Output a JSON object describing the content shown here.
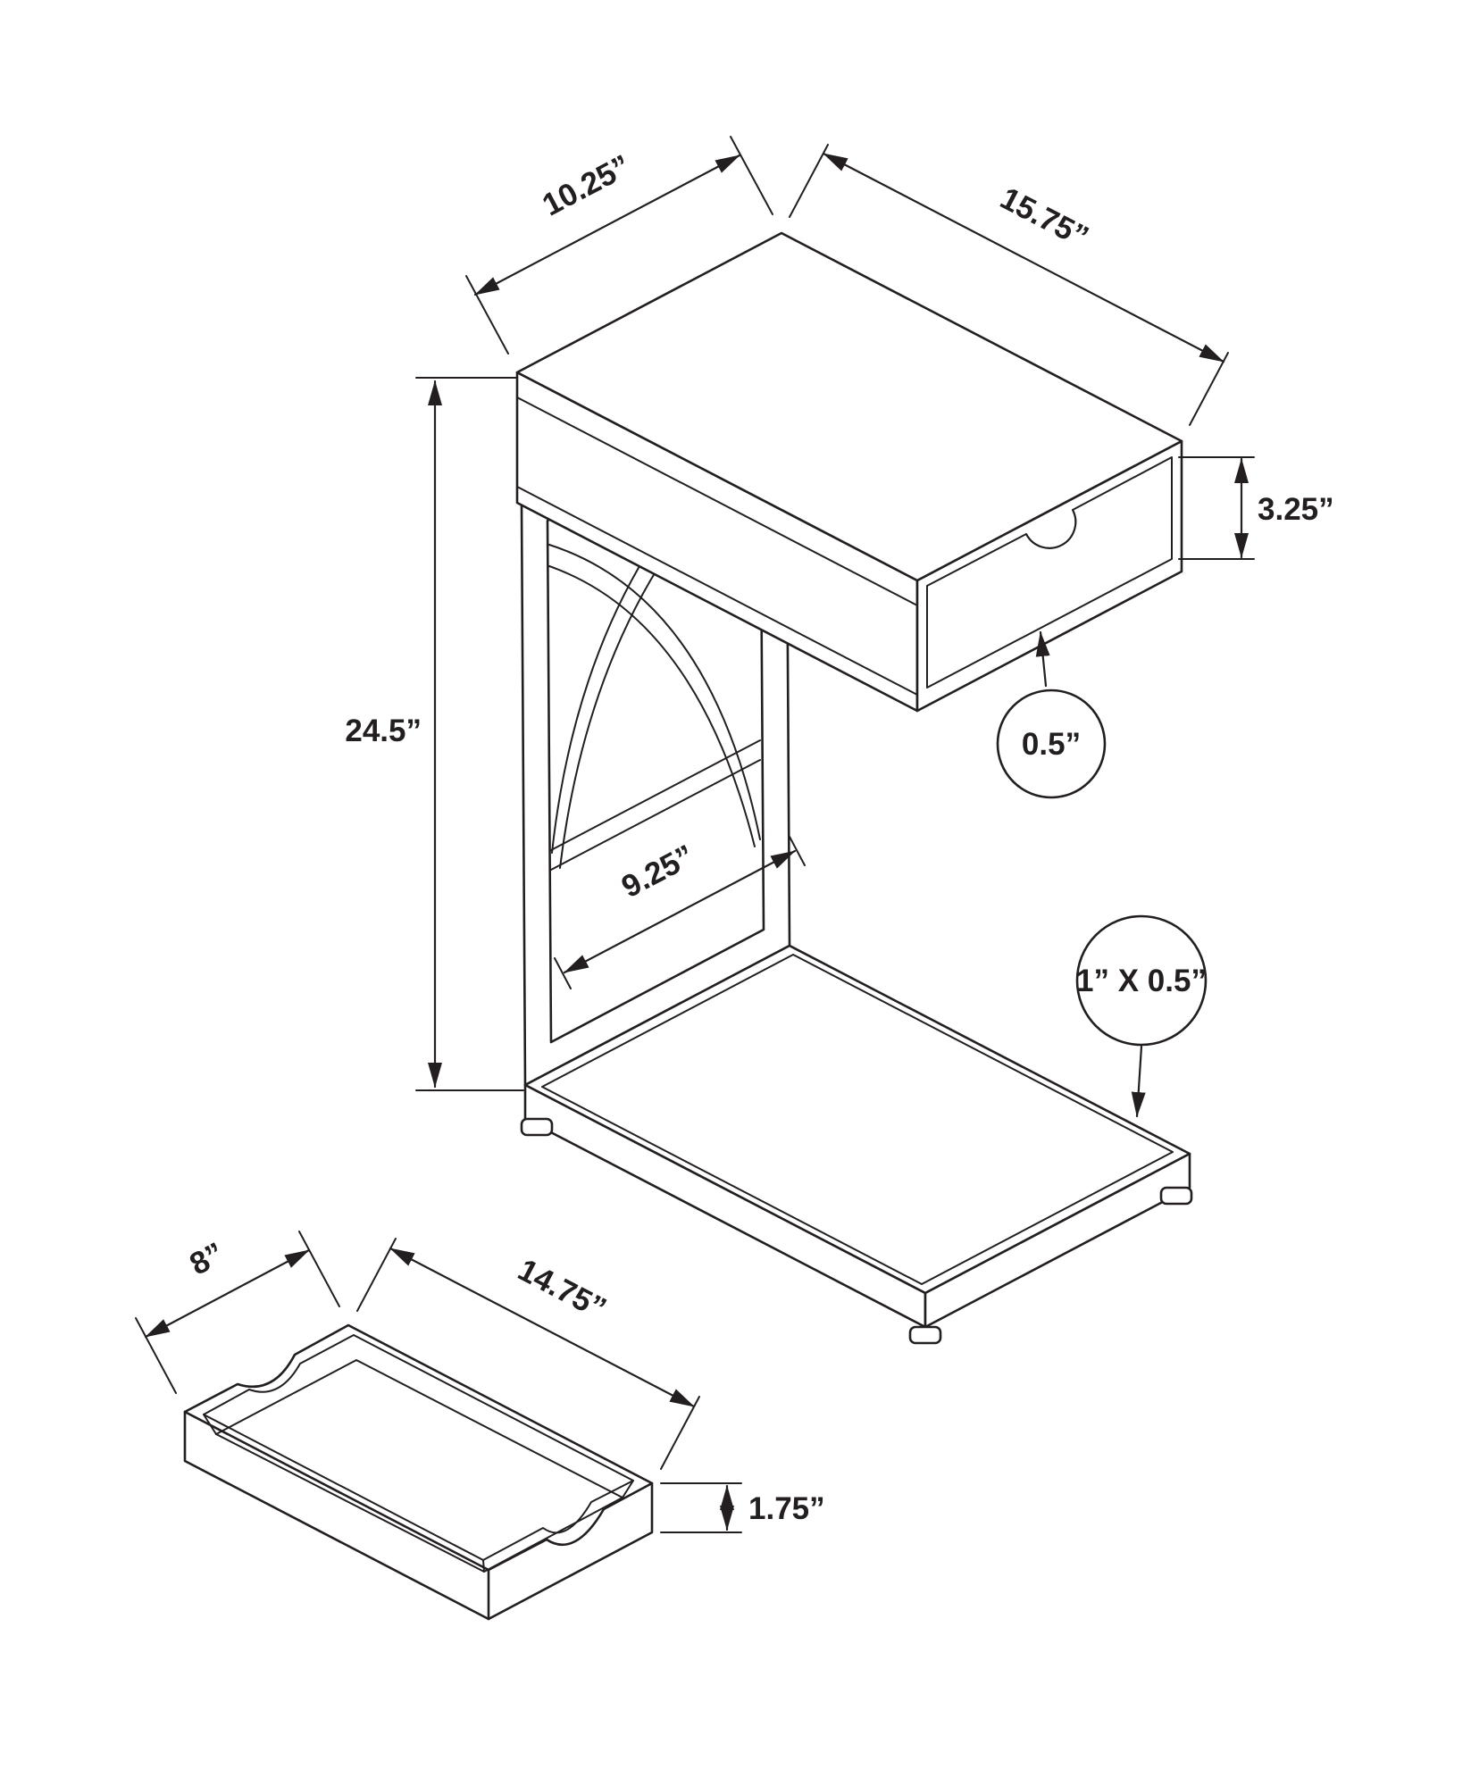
{
  "diagram": {
    "type": "dimension-drawing",
    "subject": "C-shaped accent table with drawer and separate drawer tray",
    "colors": {
      "line": "#231f20",
      "background": "#ffffff"
    },
    "labels": {
      "top_depth": "10.25”",
      "top_width": "15.75”",
      "drawer_front_height": "3.25”",
      "overall_height": "24.5”",
      "drawer_gap": "0.5”",
      "base_inner_depth": "9.25”",
      "frame_tube": "1” X 0.5”",
      "tray_depth": "8”",
      "tray_width": "14.75”",
      "tray_height": "1.75”"
    }
  }
}
